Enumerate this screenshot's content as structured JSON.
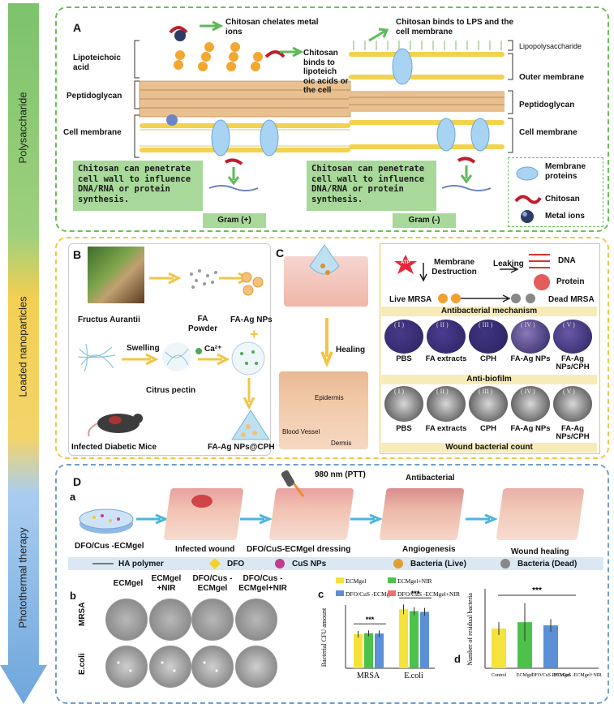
{
  "side_arrow": {
    "sections": [
      "Polysaccharide",
      "Loaded nanoparticles",
      "Photothermal therapy"
    ],
    "colors": [
      "#7cc36b",
      "#f3cf52",
      "#7eb2e0"
    ]
  },
  "panelA": {
    "letter": "A",
    "ann_metal": "Chitosan chelates metal ions",
    "ann_lps": "Chitosan binds to LPS and the cell membrane",
    "lipoteichoic": "Lipoteichoic acid",
    "peptidoglycan_left": "Peptidoglycan",
    "cell_membrane_left": "Cell membrane",
    "middle_text": "Chitosan binds to lipoteich oic acids or the cell",
    "lps": "Lipopolysaccharide",
    "outer_membrane": "Outer membrane",
    "peptidoglycan_right": "Peptidoglycan",
    "cell_membrane_right": "Cell membrane",
    "penetrate_left": "Chitosan can penetrate cell wall to influence DNA/RNA or protein synthesis.",
    "penetrate_right": "Chitosan can penetrate cell wall to influence DNA/RNA or protein synthesis.",
    "gram_pos": "Gram (+)",
    "gram_neg": "Gram (-)",
    "legend": [
      "Membrane proteins",
      "Chitosan",
      "Metal ions"
    ]
  },
  "panelB": {
    "letter": "B",
    "fructus": "Fructus Aurantii",
    "fa_powder": "FA Powder",
    "fa_ag": "FA-Ag NPs",
    "swelling": "Swelling",
    "ca": "Ca²⁺",
    "citrus": "Citrus pectin",
    "mice": "Infected Diabetic Mice",
    "fa_ag_cph": "FA-Ag NPs@CPH"
  },
  "panelC": {
    "letter": "C",
    "healing": "Healing",
    "epidermis": "Epidermis",
    "blood_vessel": "Blood Vessel",
    "dermis": "Dermis",
    "atp": "ATP",
    "membrane_destruction": "Membrane Destruction",
    "leaking": "Leaking",
    "dna": "DNA",
    "protein": "Protein",
    "live_mrsa": "Live MRSA",
    "dead_mrsa": "Dead MRSA",
    "mechanism": "Antibacterial mechanism",
    "antibiofilm": "Anti-biofilm",
    "wound_count": "Wound bacterial count",
    "roman": [
      "( I )",
      "( II )",
      "( III )",
      "( IV )",
      "( V )"
    ],
    "groups": [
      "PBS",
      "FA extracts",
      "CPH",
      "FA-Ag NPs",
      "FA-Ag NPs/CPH"
    ]
  },
  "panelD": {
    "letter": "D",
    "sub_a": "a",
    "sub_b": "b",
    "sub_c": "c",
    "sub_d": "d",
    "laser": "980 nm (PTT)",
    "antibacterial": "Antibacterial",
    "steps": [
      "DFO/Cus -ECMgel",
      "Infected wound",
      "DFO/CuS-ECMgel  dressing",
      "Angiogenesis",
      "Wound healing"
    ],
    "legend": [
      "HA polymer",
      "DFO",
      "CuS NPs",
      "Bacteria (Live)",
      "Bacteria (Dead)"
    ],
    "dish_cols": [
      "ECMgel",
      "ECMgel +NIR",
      "DFO/Cus - ECMgel",
      "DFO/Cus - ECMgel+NIR"
    ],
    "dish_rows": [
      "MRSA",
      "E.coli"
    ]
  },
  "colors": {
    "green_panel": "#6abf59",
    "yellow_panel": "#f0c64a",
    "blue_panel": "#6d9fd4",
    "bar_yellow": "#f5e23a",
    "bar_green": "#4cc24a",
    "bar_blue": "#5b8fd6",
    "bar_pink": "#ee6f74"
  },
  "chart_data": [
    {
      "type": "bar",
      "panel": "c",
      "ylabel": "Bacterial CFU amount",
      "categories": [
        "MRSA",
        "E.coli"
      ],
      "ylim": [
        0,
        300
      ],
      "series": [
        {
          "name": "ECMgel",
          "values": [
            105,
            182
          ],
          "errors": [
            10,
            15
          ]
        },
        {
          "name": "ECMgel+NIR",
          "values": [
            108,
            176
          ],
          "errors": [
            9,
            12
          ]
        },
        {
          "name": "DFO/CuS -ECMgel",
          "values": [
            107,
            174
          ],
          "errors": [
            10,
            12
          ]
        },
        {
          "name": "DFO/CuS -ECMgel+NIR",
          "values": [
            0,
            0
          ],
          "errors": [
            0,
            0
          ]
        }
      ],
      "significance": [
        "***",
        "***"
      ]
    },
    {
      "type": "bar",
      "panel": "d",
      "ylabel": "Number of residual bacteria",
      "categories": [
        "Control",
        "ECMgel",
        "DFO/CuS -ECMgel",
        "DFO/CuS -ECMgel+NIR"
      ],
      "ylim": [
        0,
        50
      ],
      "values": [
        25,
        29,
        27,
        0
      ],
      "errors": [
        4,
        12,
        4,
        0
      ],
      "significance": "***"
    }
  ]
}
